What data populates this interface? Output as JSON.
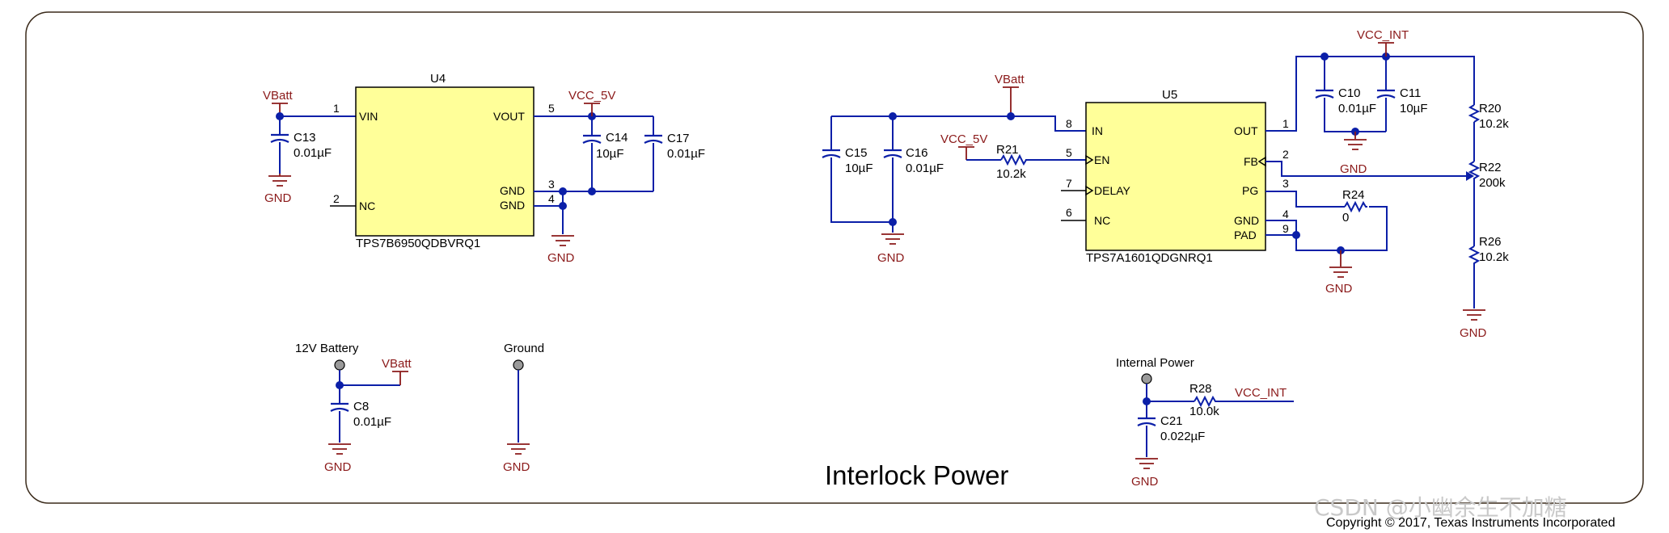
{
  "title": "Interlock Power",
  "copyright": "Copyright © 2017, Texas Instruments Incorporated",
  "watermark": "CSDN @小幽余生不加糖",
  "nets": {
    "vbatt": "VBatt",
    "vcc5v": "VCC_5V",
    "vccint": "VCC_INT",
    "gnd": "GND"
  },
  "u4": {
    "ref": "U4",
    "part": "TPS7B6950QDBVRQ1",
    "pins": {
      "vin": "VIN",
      "nc": "NC",
      "vout": "VOUT",
      "gnd": "GND"
    },
    "pin_numbers": [
      "1",
      "2",
      "5",
      "3",
      "4"
    ]
  },
  "u5": {
    "ref": "U5",
    "part": "TPS7A1601QDGNRQ1",
    "pins": {
      "in": "IN",
      "en": "EN",
      "delay": "DELAY",
      "nc": "NC",
      "out": "OUT",
      "fb": "FB",
      "pg": "PG",
      "gnd": "GND",
      "pad": "PAD"
    },
    "pin_numbers": [
      "8",
      "5",
      "7",
      "6",
      "1",
      "2",
      "3",
      "4",
      "9"
    ]
  },
  "components": {
    "c13": {
      "ref": "C13",
      "value": "0.01µF"
    },
    "c14": {
      "ref": "C14",
      "value": "10µF"
    },
    "c17": {
      "ref": "C17",
      "value": "0.01µF"
    },
    "c15": {
      "ref": "C15",
      "value": "10µF"
    },
    "c16": {
      "ref": "C16",
      "value": "0.01µF"
    },
    "c10": {
      "ref": "C10",
      "value": "0.01µF"
    },
    "c11": {
      "ref": "C11",
      "value": "10µF"
    },
    "c8": {
      "ref": "C8",
      "value": "0.01µF"
    },
    "c21": {
      "ref": "C21",
      "value": "0.022µF"
    },
    "r21": {
      "ref": "R21",
      "value": "10.2k"
    },
    "r24": {
      "ref": "R24",
      "value": "0"
    },
    "r20": {
      "ref": "R20",
      "value": "10.2k"
    },
    "r22": {
      "ref": "R22",
      "value": "200k"
    },
    "r26": {
      "ref": "R26",
      "value": "10.2k"
    },
    "r28": {
      "ref": "R28",
      "value": "10.0k"
    }
  },
  "testpoints": {
    "battery": "12V Battery",
    "ground": "Ground",
    "internal": "Internal Power"
  }
}
